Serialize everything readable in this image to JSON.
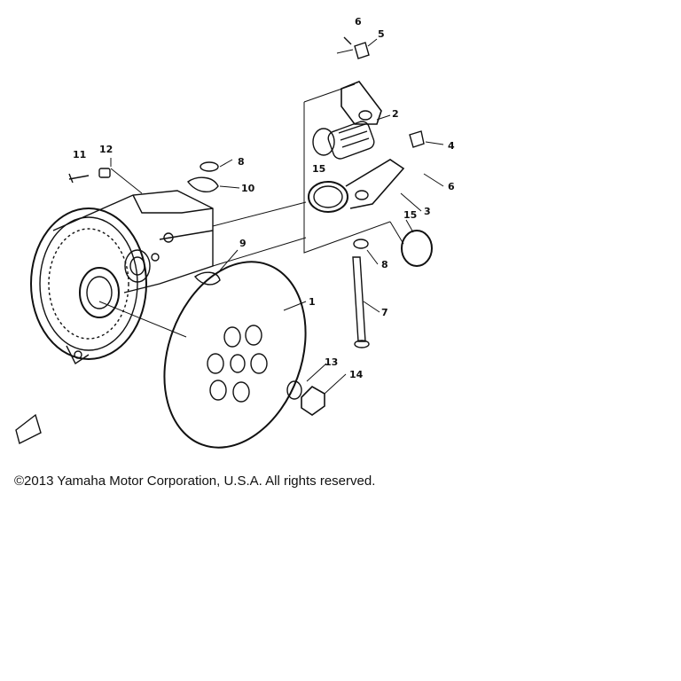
{
  "diagram": {
    "callouts": [
      {
        "id": "p1",
        "label": "1"
      },
      {
        "id": "p2",
        "label": "2"
      },
      {
        "id": "p3",
        "label": "3"
      },
      {
        "id": "p4",
        "label": "4"
      },
      {
        "id": "p5",
        "label": "5"
      },
      {
        "id": "p6a",
        "label": "6"
      },
      {
        "id": "p6b",
        "label": "6"
      },
      {
        "id": "p7",
        "label": "7"
      },
      {
        "id": "p8a",
        "label": "8"
      },
      {
        "id": "p8b",
        "label": "8"
      },
      {
        "id": "p9",
        "label": "9"
      },
      {
        "id": "p10",
        "label": "10"
      },
      {
        "id": "p11",
        "label": "11"
      },
      {
        "id": "p12",
        "label": "12"
      },
      {
        "id": "p13",
        "label": "13"
      },
      {
        "id": "p14",
        "label": "14"
      },
      {
        "id": "p15a",
        "label": "15"
      },
      {
        "id": "p15b",
        "label": "15"
      }
    ],
    "copyright": "©2013 Yamaha Motor Corporation, U.S.A. All rights reserved."
  }
}
